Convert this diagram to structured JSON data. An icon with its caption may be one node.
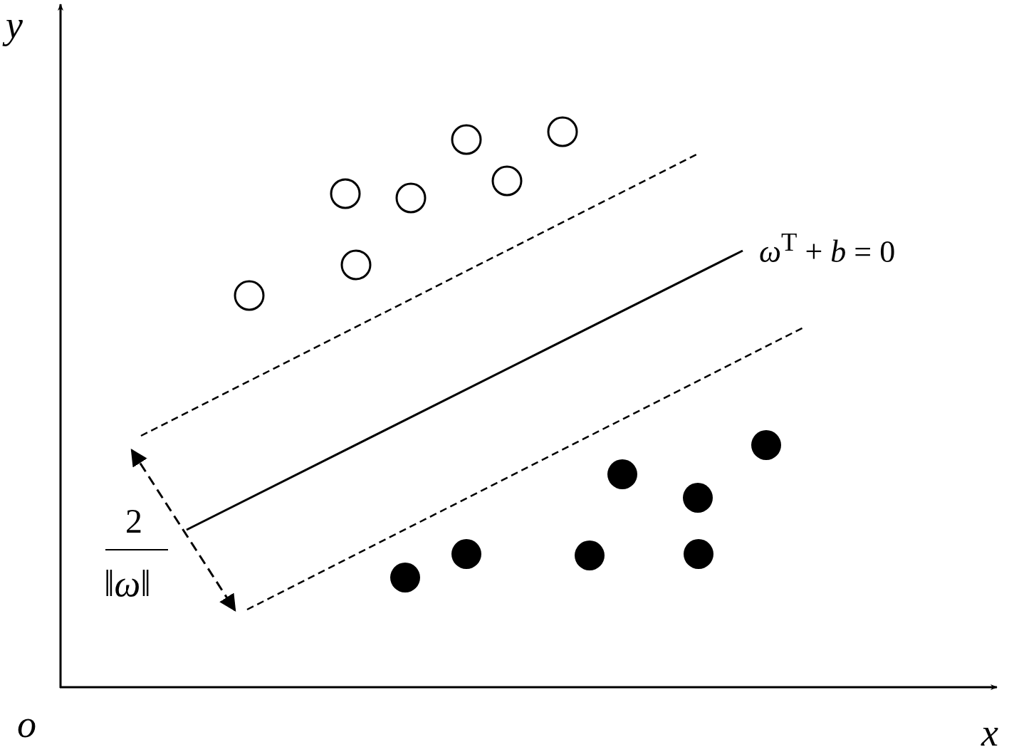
{
  "diagram": {
    "labels": [
      "y",
      "*ω*$^{T}$ + *b* = 0",
      "2",
      "‖*ω*‖",
      "o",
      "x"
    ]
  }
}
